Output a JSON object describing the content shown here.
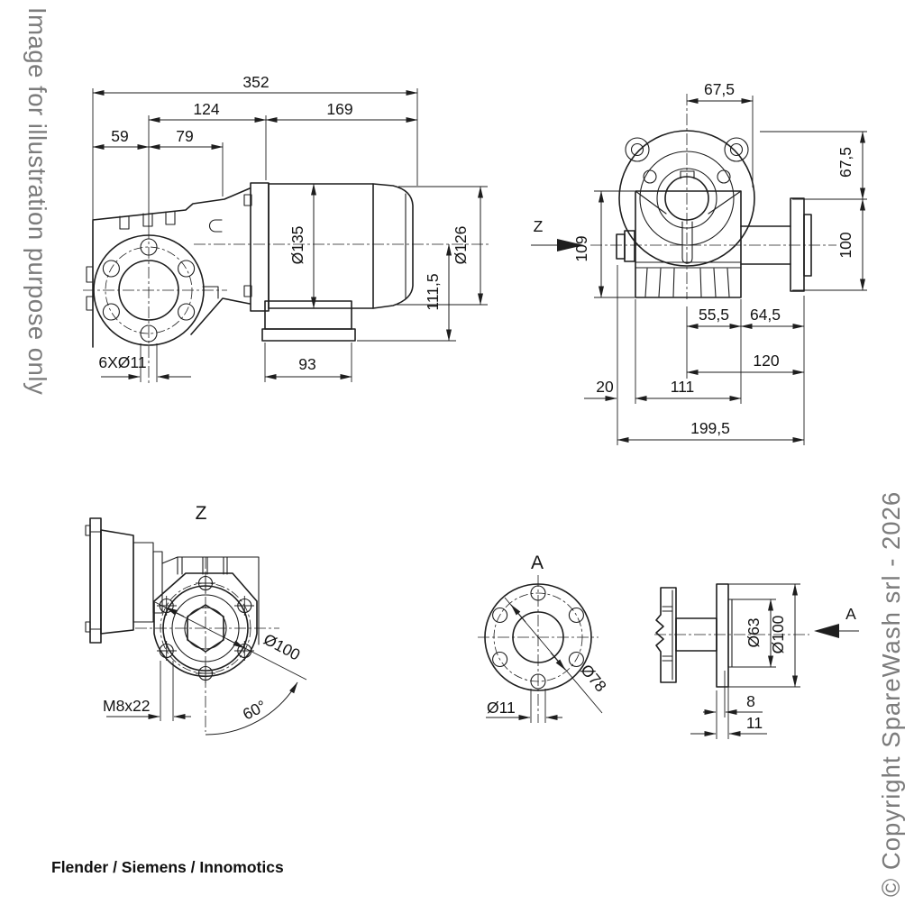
{
  "watermarks": {
    "left": "Image for illustration purpose only",
    "right": "© Copyright SpareWash srl - 2026"
  },
  "footer": {
    "brands": "Flender / Siemens / Innomotics"
  },
  "colors": {
    "line": "#1e1e1e",
    "dimension_text": "#141414",
    "watermark": "#7c7c7c",
    "background": "#ffffff"
  },
  "views": {
    "side": {
      "dims": {
        "overall_length": "352",
        "flange_axis_to_motor_flange": "124",
        "motor_length": "169",
        "flange_face_to_axis": "59",
        "axis_to_housing_end": "79",
        "motor_frame_diameter": "Ø135",
        "fan_cowl_diameter": "Ø126",
        "axis_to_terminal_box_bottom": "111,5",
        "terminal_box_width": "93",
        "mounting_holes": "6XØ11"
      }
    },
    "front": {
      "direction_label": "Z",
      "dims": {
        "axis_to_edge_top": "67,5",
        "flange_top_to_output_flange": "67,5",
        "output_flange_od": "100",
        "housing_height": "109",
        "axis_to_housing_face": "55,5",
        "housing_face_to_flange_face": "64,5",
        "axis_to_flange_face": "120",
        "shaft_end_to_housing": "20",
        "housing_width": "111",
        "overall_width": "199,5"
      }
    },
    "z_view": {
      "title": "Z",
      "dims": {
        "bolt_circle_diameter": "Ø100",
        "tapped_holes": "M8x22",
        "hole_spacing_angle": "60°"
      }
    },
    "a_view": {
      "title": "A",
      "dims": {
        "bolt_circle_diameter": "Ø78",
        "hole_diameter": "Ø11"
      }
    },
    "shaft": {
      "direction_label": "A",
      "dims": {
        "spigot_diameter": "Ø63",
        "flange_od": "Ø100",
        "plate_thickness": "8",
        "total_thickness": "11"
      }
    }
  }
}
